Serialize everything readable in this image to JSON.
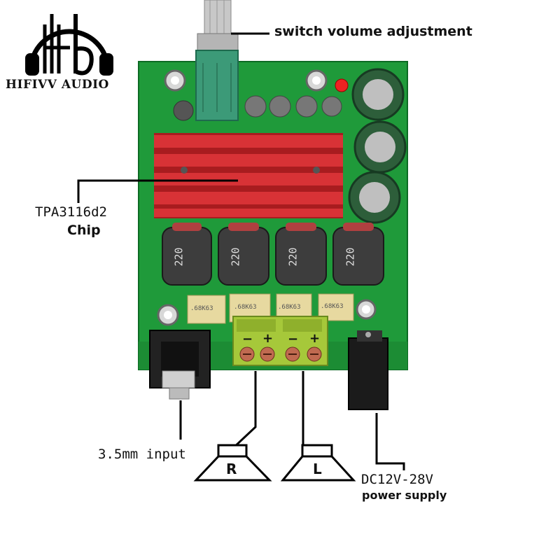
{
  "logo": {
    "text": "HIFIVV AUDIO"
  },
  "labels": {
    "switch_volume": "switch volume adjustment",
    "chip_line1": "TPA3116d2",
    "chip_line2": "Chip",
    "input": "3.5mm input",
    "power_line1": "DC12V-28V",
    "power_line2": "power supply"
  },
  "speakers": {
    "right": "R",
    "left": "L"
  },
  "inductors": {
    "marking": "220"
  },
  "capacitors": {
    "marking": ".68K63"
  },
  "terminals": {
    "minus": "−",
    "plus": "+"
  },
  "colors": {
    "pcb": "#1f9a3a",
    "heatsink": "#c4282a",
    "terminal": "#a6c83a",
    "pot": "#3c9a78"
  }
}
